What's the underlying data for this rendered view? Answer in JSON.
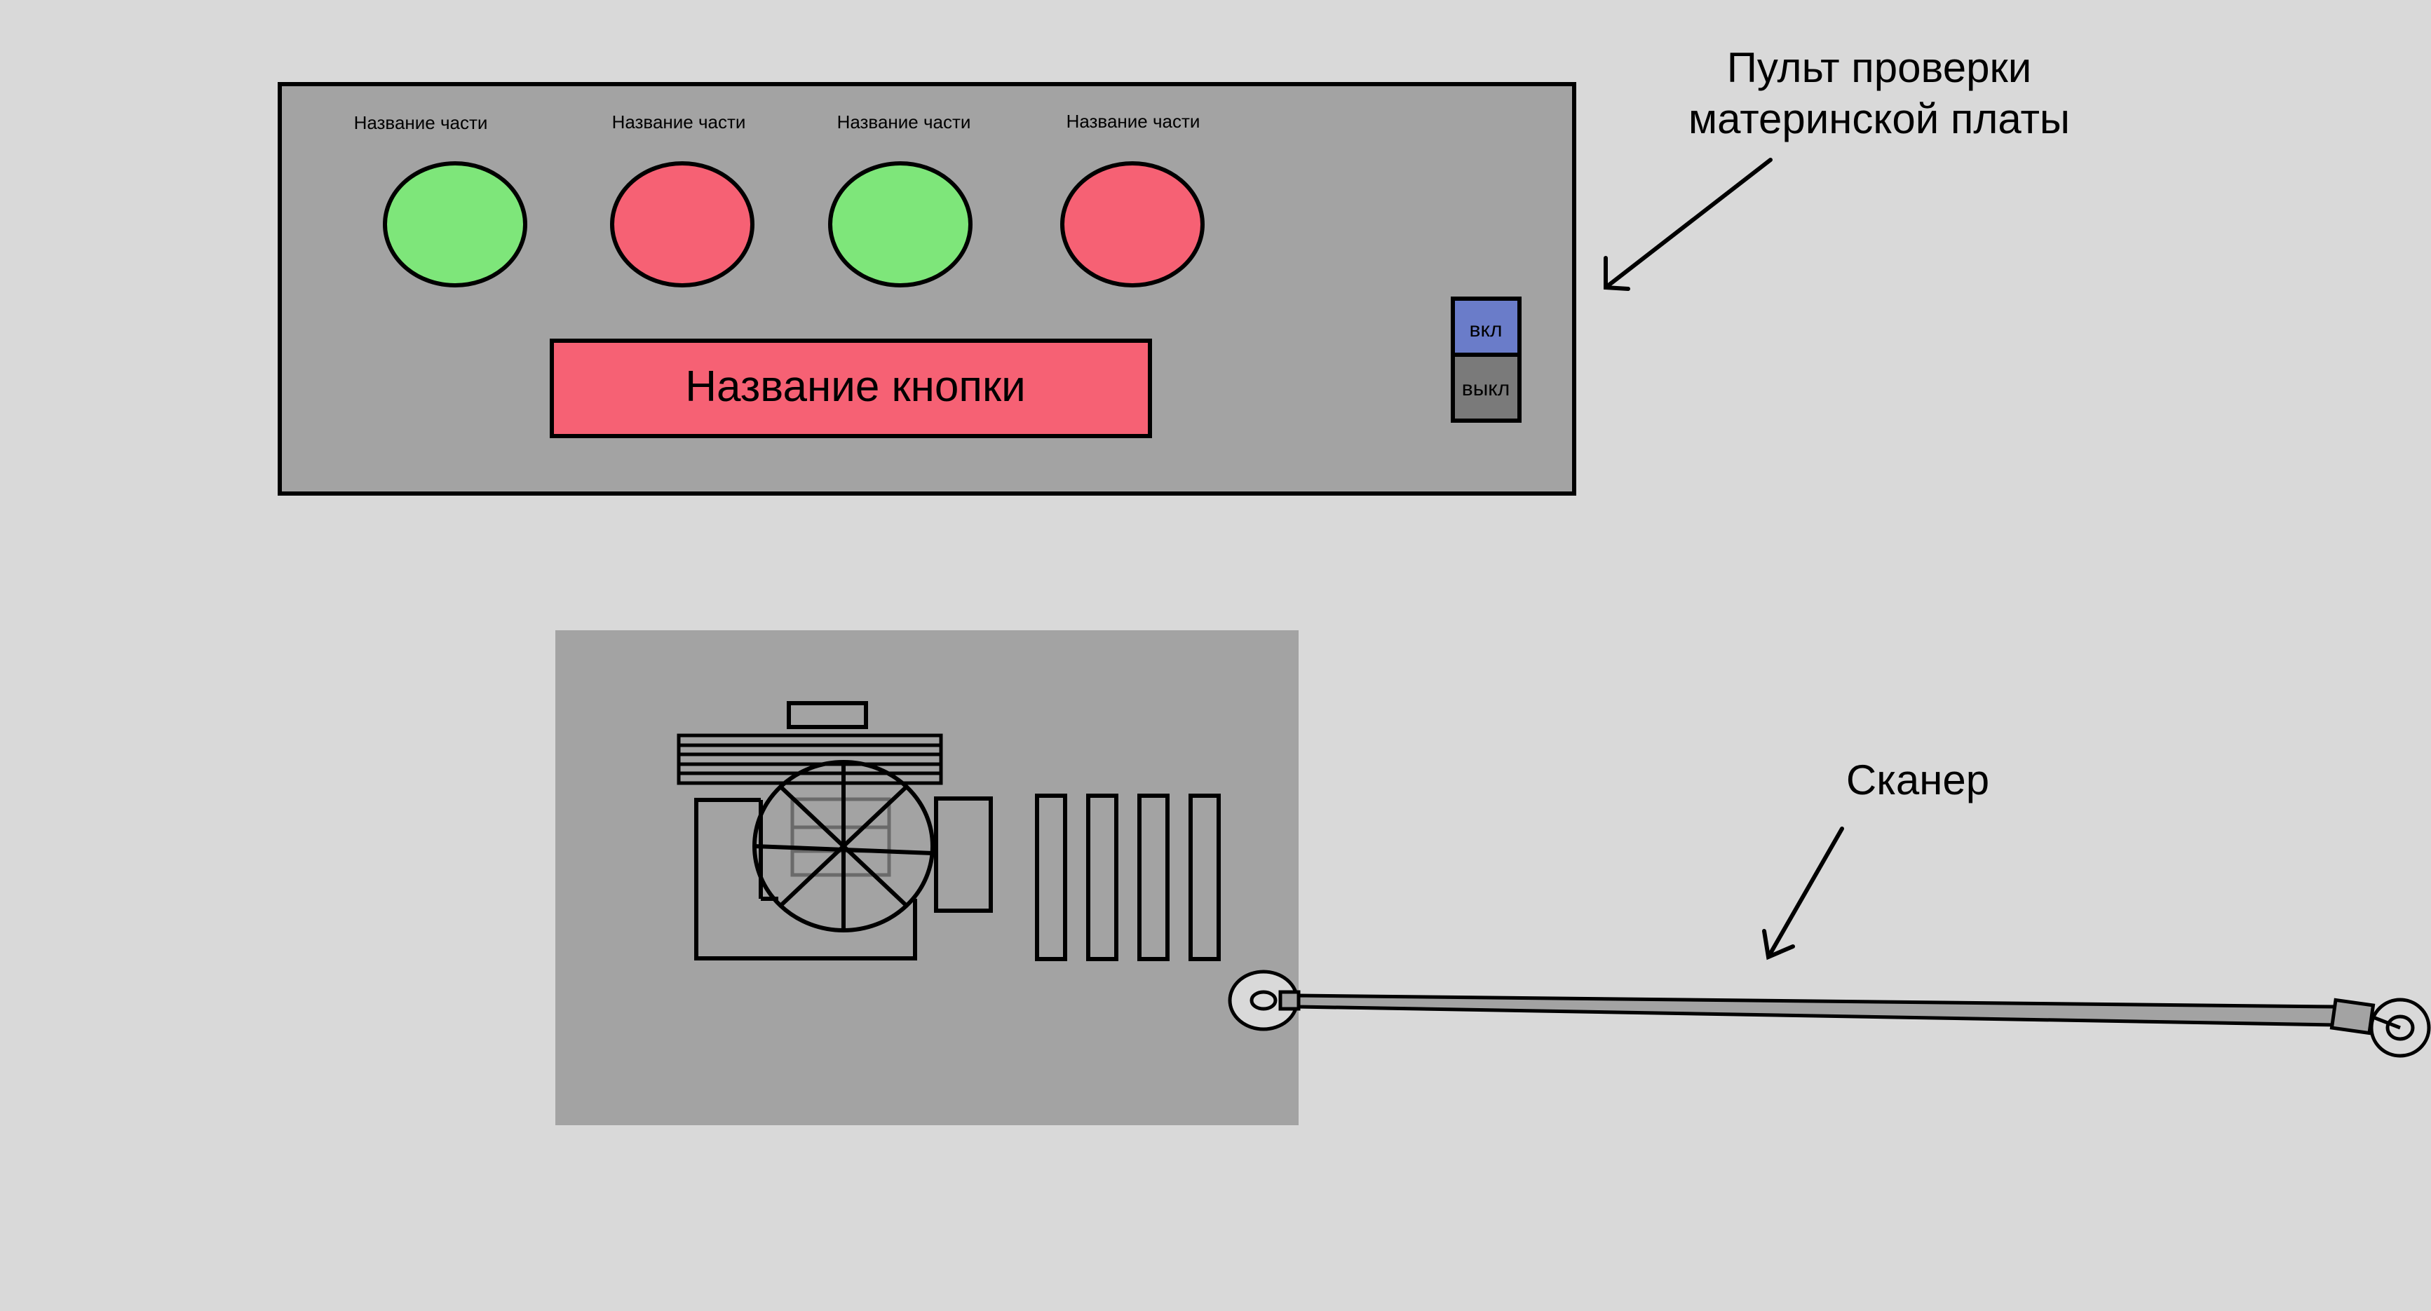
{
  "colors": {
    "background": "#d9d9d9",
    "panel": "#a3a3a3",
    "indicator_ok": "#7ee67a",
    "indicator_fail": "#f66174",
    "button": "#f66174",
    "switch_on": "#6a7cc9",
    "switch_off": "#7a7a7a",
    "stroke": "#000000"
  },
  "console": {
    "caption_line1": "Пульт проверки",
    "caption_line2": "материнской платы",
    "indicators": [
      {
        "label": "Название части",
        "status": "ok"
      },
      {
        "label": "Название части",
        "status": "fail"
      },
      {
        "label": "Название части",
        "status": "ok"
      },
      {
        "label": "Название части",
        "status": "fail"
      }
    ],
    "main_button_label": "Название кнопки",
    "switch_on_label": "вкл",
    "switch_off_label": "выкл"
  },
  "board": {
    "icons": [
      "cpu-fan-icon",
      "heatsink-icon",
      "ram-slot-icon",
      "scanner-connector-icon"
    ],
    "ram_slots": 4
  },
  "scanner": {
    "caption": "Сканер"
  }
}
